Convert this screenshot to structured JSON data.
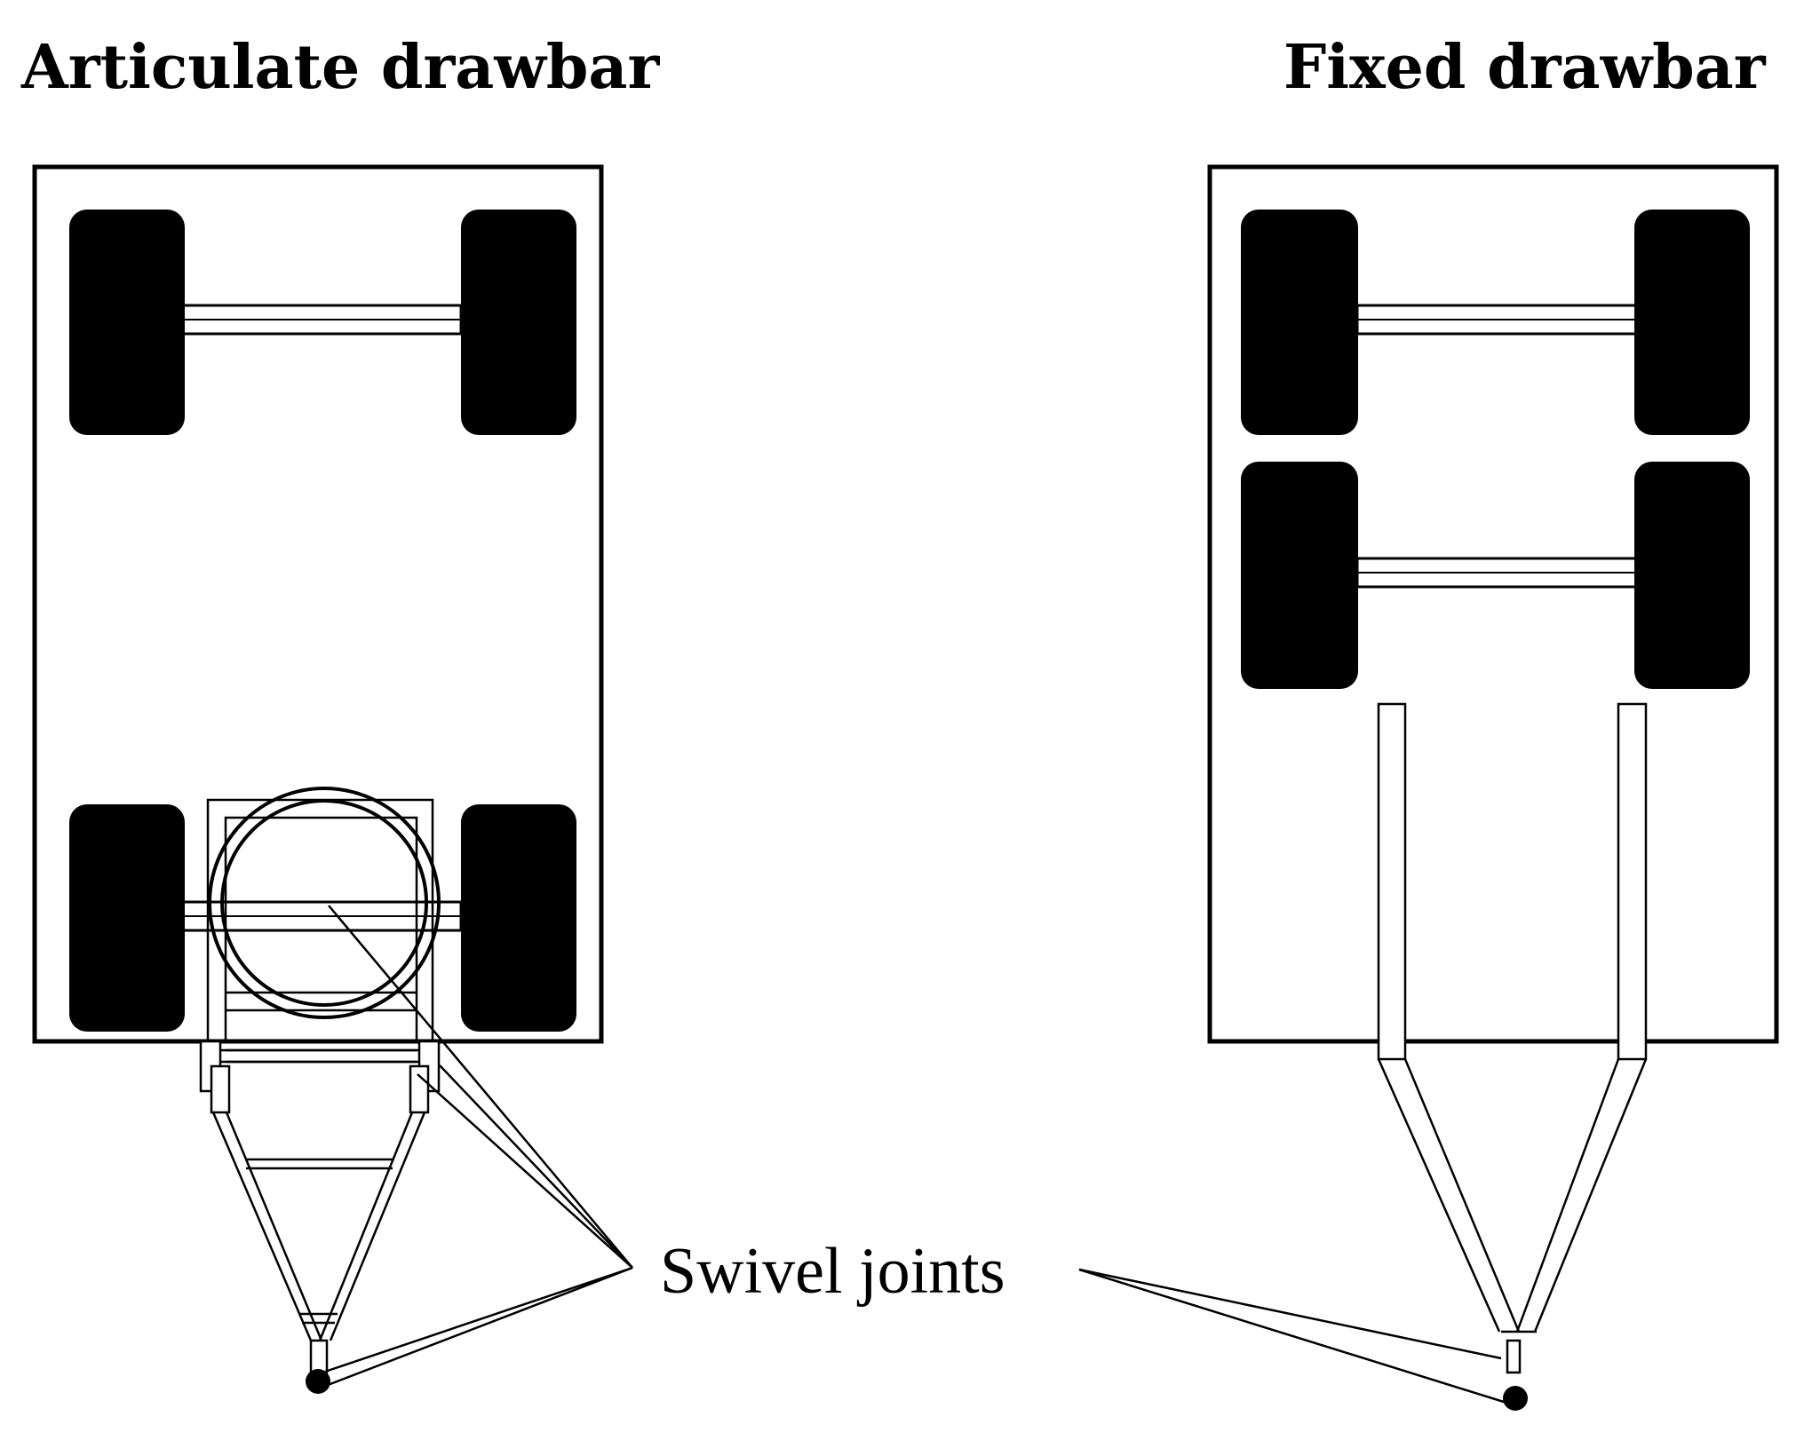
{
  "titles": {
    "left": "Articulate drawbar",
    "right": "Fixed drawbar"
  },
  "annotation": {
    "label": "Swivel joints"
  },
  "colors": {
    "ink": "#000000",
    "background": "#ffffff"
  }
}
